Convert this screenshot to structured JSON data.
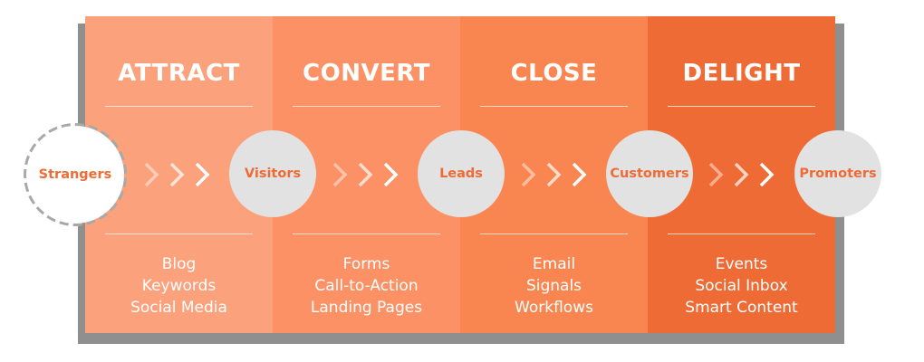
{
  "stages": [
    {
      "title": "ATTRACT",
      "tools": [
        "Blog",
        "Keywords",
        "Social Media"
      ],
      "color": "#fba17c"
    },
    {
      "title": "CONVERT",
      "tools": [
        "Forms",
        "Call-to-Action",
        "Landing Pages"
      ],
      "color": "#fb9164"
    },
    {
      "title": "CLOSE",
      "tools": [
        "Email",
        "Signals",
        "Workflows"
      ],
      "color": "#f98650"
    },
    {
      "title": "DELIGHT",
      "tools": [
        "Events",
        "Social Inbox",
        "Smart Content"
      ],
      "color": "#ef6b35"
    }
  ],
  "nodes": [
    "Strangers",
    "Visitors",
    "Leads",
    "Customers",
    "Promoters"
  ],
  "colors": {
    "accent": "#ef6b35",
    "node_grey": "#e2e2e2",
    "frame_grey": "#8f8f8f",
    "dashed_ring": "#a8a8a8"
  }
}
